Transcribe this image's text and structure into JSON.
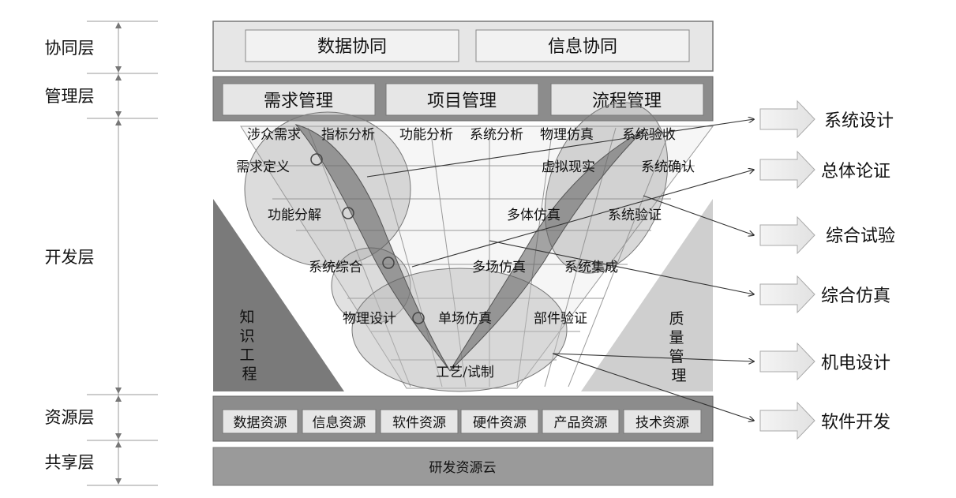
{
  "layers": {
    "collab": "协同层",
    "manage": "管理层",
    "develop": "开发层",
    "resource": "资源层",
    "share": "共享层"
  },
  "collaboration": [
    "数据协同",
    "信息协同"
  ],
  "management": [
    "需求管理",
    "项目管理",
    "流程管理"
  ],
  "development": {
    "top_row": [
      "涉众需求",
      "指标分析",
      "功能分析",
      "系统分析",
      "物理仿真",
      "系统验收"
    ],
    "left": [
      "需求定义",
      "功能分解",
      "系统综合",
      "物理设计"
    ],
    "right": [
      "虚拟现实",
      "系统确认",
      "多体仿真",
      "系统验证",
      "多场仿真",
      "系统集成",
      "单场仿真",
      "部件验证"
    ],
    "bottom": "工艺/试制",
    "knowledge": "知识工程",
    "quality": "质量管理"
  },
  "resources": [
    "数据资源",
    "信息资源",
    "软件资源",
    "硬件资源",
    "产品资源",
    "技术资源"
  ],
  "share_cloud": "研发资源云",
  "outputs": [
    "系统设计",
    "总体论证",
    "综合试验",
    "综合仿真",
    "机电设计",
    "软件开发"
  ]
}
